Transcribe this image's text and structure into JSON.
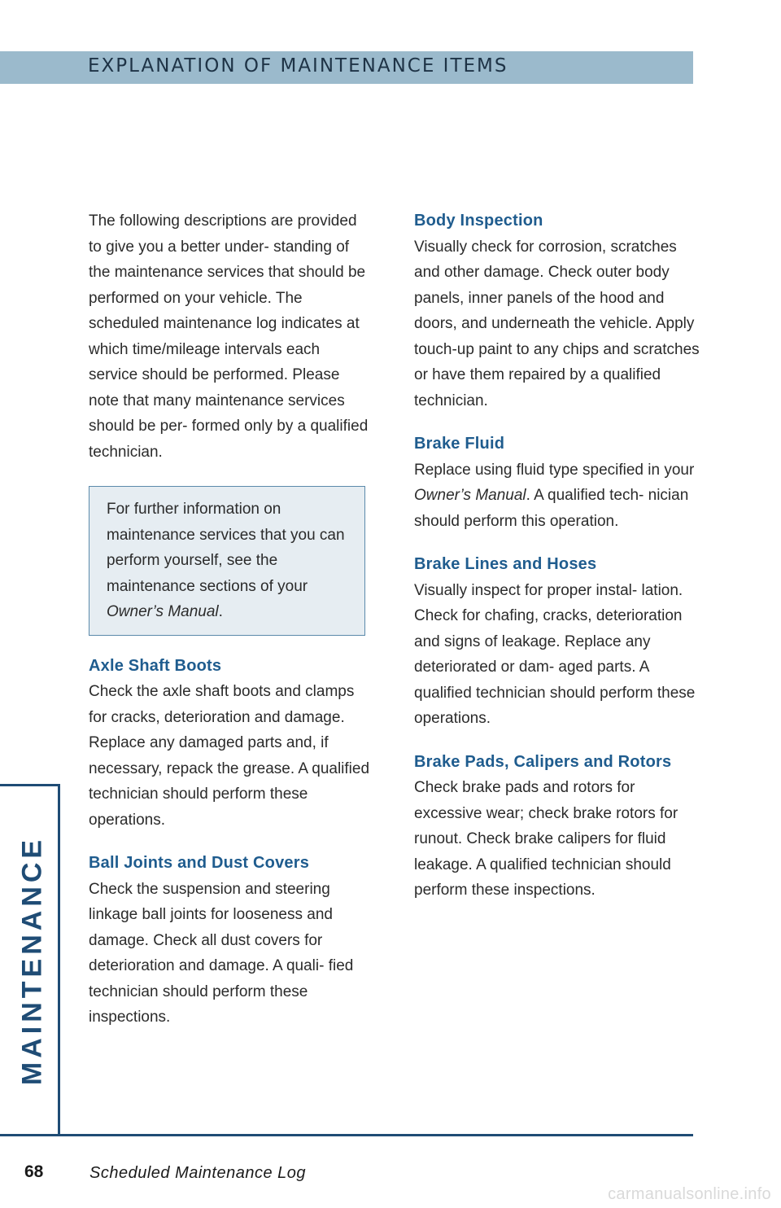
{
  "header": {
    "title": "EXPLANATION OF MAINTENANCE ITEMS"
  },
  "left_column": {
    "intro": "The following descriptions are provided to give you a better under- standing of the maintenance services that should be performed on your vehicle. The scheduled maintenance log indicates at which time/mileage intervals each service should be performed. Please note that many maintenance services should be per- formed only by a qualified technician.",
    "note": {
      "text": "For further information on maintenance services that you can perform yourself, see the maintenance sections of your ",
      "manual": "Owner’s Manual",
      "end": "."
    },
    "sections": [
      {
        "heading": "Axle Shaft Boots",
        "body": "Check the axle shaft boots and clamps for cracks, deterioration and damage. Replace any damaged parts and, if necessary, repack the grease. A qualified technician should perform these operations."
      },
      {
        "heading": "Ball Joints and Dust Covers",
        "body": "Check the suspension and steering linkage ball joints for looseness and damage. Check all dust covers for deterioration and damage. A quali- fied technician should perform these inspections."
      }
    ]
  },
  "right_column": {
    "sections": [
      {
        "heading": "Body Inspection",
        "body": "Visually check for corrosion, scratches and other damage. Check outer body panels, inner panels of the hood and doors, and underneath the vehicle. Apply touch-up paint to any chips and scratches or have them repaired by a qualified technician."
      },
      {
        "heading": "Brake Fluid",
        "body_start": "Replace using fluid type specified in your ",
        "body_manual": "Owner’s Manual",
        "body_end": ". A qualified tech- nician should perform this operation."
      },
      {
        "heading": "Brake Lines and Hoses",
        "body": "Visually inspect for proper instal- lation. Check for chafing, cracks, deterioration and signs of leakage. Replace any deteriorated or dam- aged parts. A qualified technician should perform these operations."
      },
      {
        "heading": "Brake Pads, Calipers and Rotors",
        "body": "Check brake pads and rotors for excessive wear; check brake rotors for runout. Check brake calipers for fluid leakage. A qualified technician should perform these inspections."
      }
    ]
  },
  "side_tab": {
    "label": "MAINTENANCE"
  },
  "footer": {
    "page_number": "68",
    "title": "Scheduled Maintenance Log",
    "watermark": "carmanualsonline.info"
  },
  "colors": {
    "header_band": "#9bbacc",
    "heading_blue": "#1f5c8e",
    "rule_navy": "#1f4c75",
    "note_fill": "#e6edf2"
  }
}
